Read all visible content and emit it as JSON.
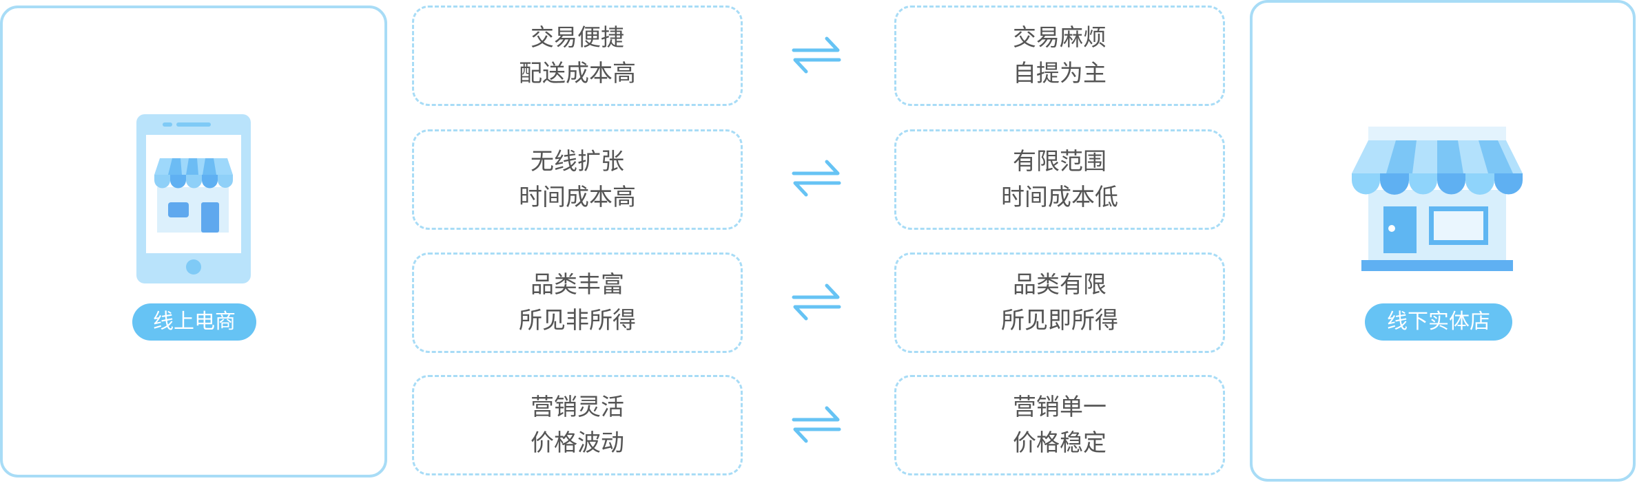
{
  "online": {
    "label": "线上电商",
    "features": [
      {
        "line1": "交易便捷",
        "line2": "配送成本高"
      },
      {
        "line1": "无线扩张",
        "line2": "时间成本高"
      },
      {
        "line1": "品类丰富",
        "line2": "所见非所得"
      },
      {
        "line1": "营销灵活",
        "line2": "价格波动"
      }
    ],
    "icon": "phone-store-icon"
  },
  "offline": {
    "label": "线下实体店",
    "features": [
      {
        "line1": "交易麻烦",
        "line2": "自提为主"
      },
      {
        "line1": "有限范围",
        "line2": "时间成本低"
      },
      {
        "line1": "品类有限",
        "line2": "所见即所得"
      },
      {
        "line1": "营销单一",
        "line2": "价格稳定"
      }
    ],
    "icon": "storefront-icon"
  },
  "comparison_icon": "exchange-arrows-icon",
  "colors": {
    "accent": "#66c3f4",
    "border": "#a8dcf6",
    "awning_light": "#8fd4fb",
    "awning_dark": "#5fb0f2",
    "store_wall": "#d8effc",
    "text": "#555555"
  }
}
